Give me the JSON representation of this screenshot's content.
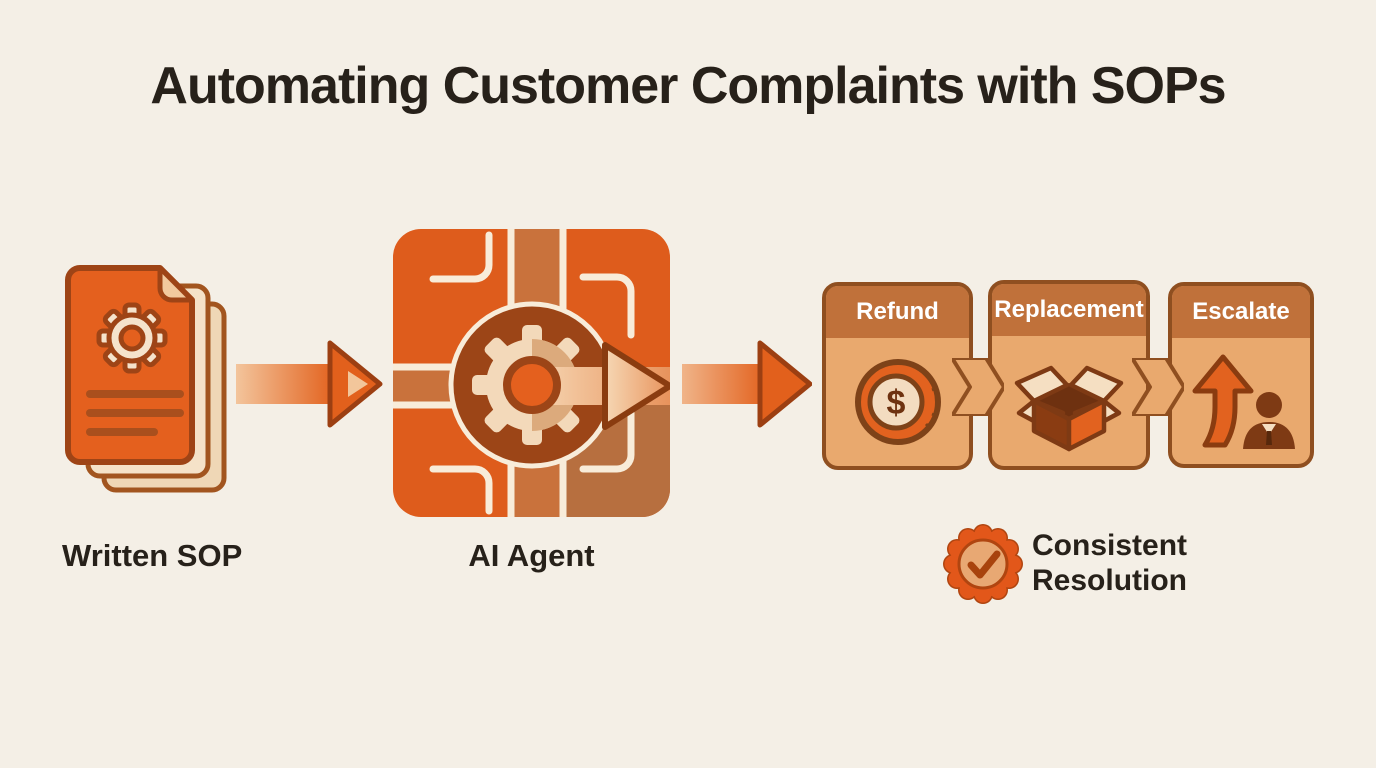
{
  "title": "Automating Customer Complaints with SOPs",
  "flow": {
    "sop": {
      "label": "Written SOP",
      "icon": "document-gear-icon"
    },
    "agent": {
      "label": "AI Agent",
      "icon": "agent-gear-circuit-icon"
    },
    "arrow1_icon": "flow-arrow-right-icon",
    "arrow2_icon": "flow-arrow-right-icon"
  },
  "outcomes": [
    {
      "label": "Refund",
      "icon": "coin-dollar-icon",
      "icon_symbol": "$"
    },
    {
      "label": "Replacement",
      "icon": "open-box-icon"
    },
    {
      "label": "Escalate",
      "icon": "escalate-arrow-person-icon"
    }
  ],
  "badge": {
    "label": "Consistent Resolution",
    "icon": "check-seal-icon"
  },
  "colors": {
    "background": "#f4efe6",
    "orange_primary": "#e05e1e",
    "orange_muted": "#c9723c",
    "rust_outline": "#9a4517",
    "dark_brown": "#7e3a14",
    "cream": "#f5e3cc",
    "card_header": "#c0713a",
    "card_body": "#e9a96e",
    "title_text": "#27211a",
    "header_text": "#ffffff"
  }
}
